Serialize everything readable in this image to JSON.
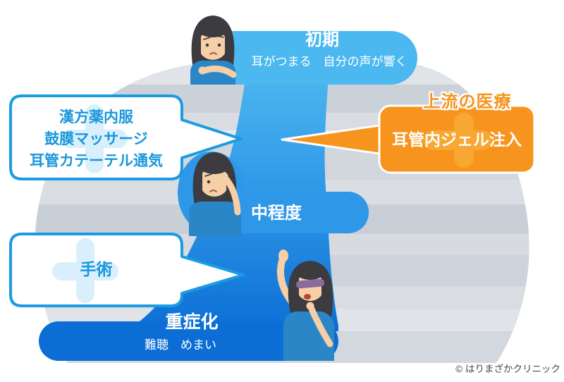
{
  "stages": {
    "initial": {
      "label": "初期",
      "symptoms": "耳がつまる　自分の声が響く"
    },
    "moderate": {
      "label": "中程度"
    },
    "severe": {
      "label": "重症化",
      "symptoms": "難聴　めまい"
    }
  },
  "treatments": {
    "conventional_moderate": {
      "lines": [
        "漢方薬内服",
        "鼓膜マッサージ",
        "耳管カテーテル通気"
      ]
    },
    "conventional_severe": {
      "label": "手術"
    },
    "clinic": {
      "title": "上流の医療",
      "label": "耳管内ジェル注入"
    }
  },
  "footer": {
    "copyright": "© はりまざかクリニック"
  },
  "colors": {
    "accent_blue_border": "#1b9ce0",
    "bubble_text_blue": "#1a97dd",
    "river_top_blue": "#4fb9f0",
    "river_mid_blue": "#2e97e7",
    "river_bottom_blue": "#0c6ed5",
    "orange": "#f7941d",
    "orange_cross": "#f9a733",
    "dome_gray": "#d5d9de"
  }
}
